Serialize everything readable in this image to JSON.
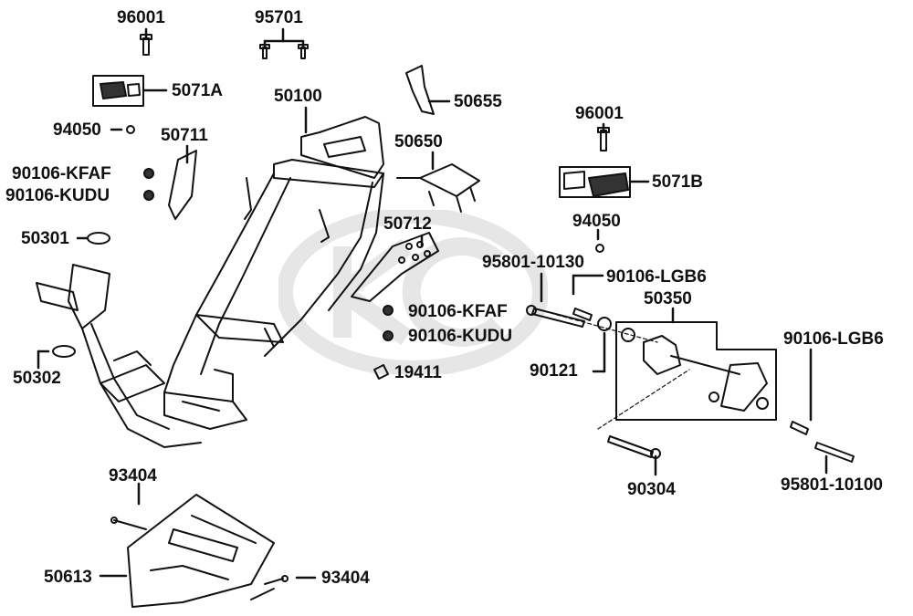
{
  "diagram": {
    "colors": {
      "line": "#111111",
      "watermark": "#e6e6e6",
      "background": "#ffffff"
    },
    "watermark_icon": "kymco-logo-watermark",
    "labels": {
      "p96001_top": "96001",
      "p95701": "95701",
      "p5071A": "5071A",
      "p50100": "50100",
      "p50655": "50655",
      "p94050_left": "94050",
      "p50711": "50711",
      "p50650": "50650",
      "p96001_right": "96001",
      "p5071B": "5071B",
      "p90106_kfaf_left": "90106-KFAF",
      "p90106_kudu_left": "90106-KUDU",
      "p94050_right": "94050",
      "p50712": "50712",
      "p50301": "50301",
      "p95801_10130": "95801-10130",
      "p90106_lgb6_top": "90106-LGB6",
      "p50350": "50350",
      "p90106_kfaf_mid": "90106-KFAF",
      "p90106_kudu_mid": "90106-KUDU",
      "p90106_lgb6_right": "90106-LGB6",
      "p50302": "50302",
      "p90121": "90121",
      "p19411": "19411",
      "p90304": "90304",
      "p95801_10100": "95801-10100",
      "p93404_top": "93404",
      "p50613": "50613",
      "p93404_bottom": "93404"
    }
  }
}
